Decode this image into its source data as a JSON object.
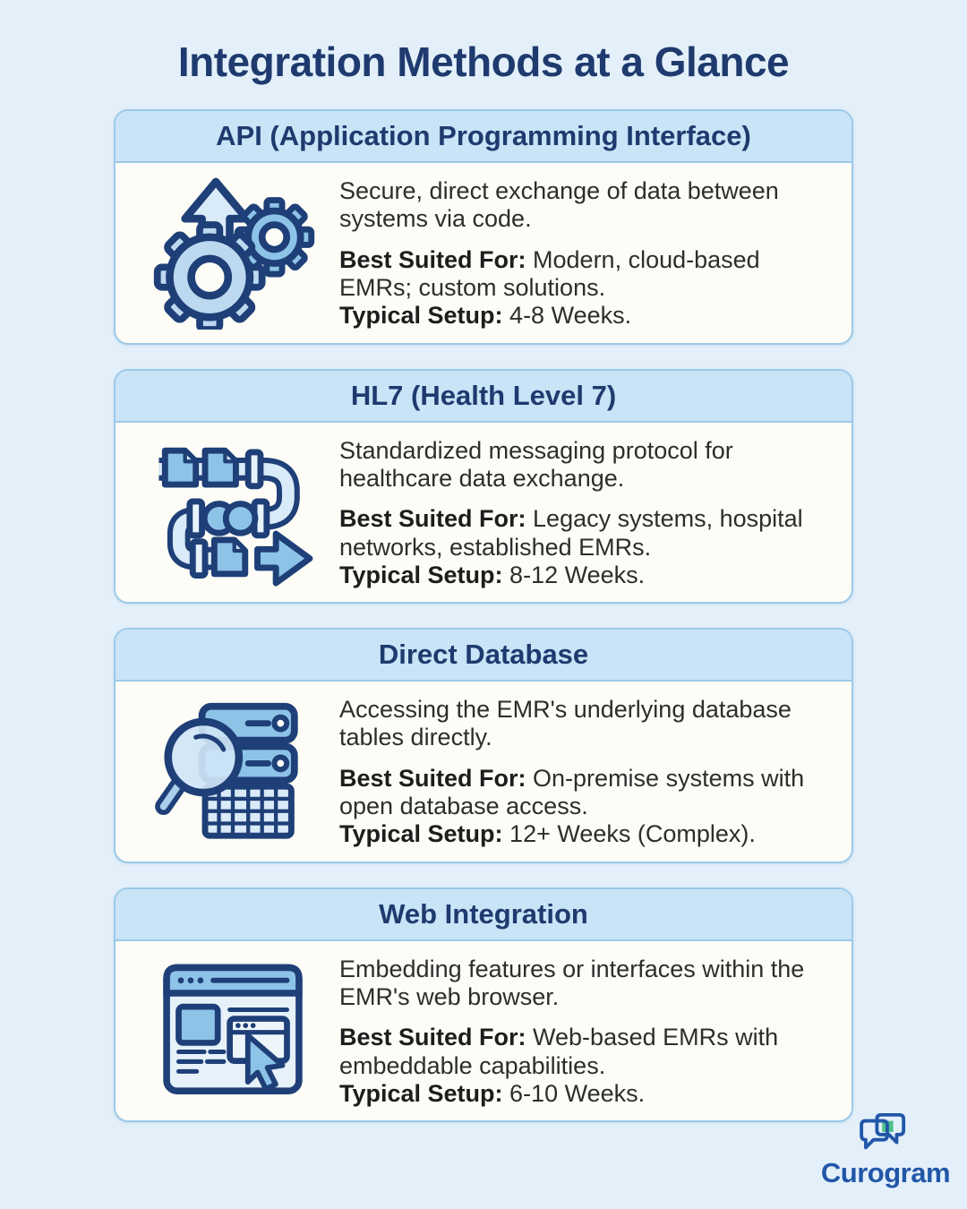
{
  "page": {
    "title": "Integration Methods at a Glance"
  },
  "labels": {
    "best_suited": "Best Suited For:",
    "typical_setup": "Typical Setup:"
  },
  "cards": [
    {
      "icon": "gears-up-arrow-icon",
      "title": "API (Application Programming Interface)",
      "description": "Secure, direct exchange of data between systems via code.",
      "best_suited": "Modern, cloud-based EMRs; custom solutions.",
      "typical_setup": "4-8 Weeks."
    },
    {
      "icon": "data-pipeline-icon",
      "title": "HL7 (Health Level 7)",
      "description": "Standardized messaging protocol for healthcare data exchange.",
      "best_suited": "Legacy systems, hospital networks, established EMRs.",
      "typical_setup": "8-12 Weeks."
    },
    {
      "icon": "database-search-icon",
      "title": "Direct Database",
      "description": "Accessing the EMR's underlying database tables directly.",
      "best_suited": "On-premise systems with open database access.",
      "typical_setup": "12+ Weeks (Complex)."
    },
    {
      "icon": "web-browser-cursor-icon",
      "title": "Web Integration",
      "description": "Embedding features or interfaces within the EMR's web browser.",
      "best_suited": "Web-based EMRs with embeddable capabilities.",
      "typical_setup": "6-10 Weeks."
    }
  ],
  "footer": {
    "brand": "Curogram"
  },
  "colors": {
    "background": "#e3f0fa",
    "card_background": "#fdfcf6",
    "card_header_background": "#c9e3f7",
    "card_border": "#9ccae9",
    "heading_navy": "#1e3a6e",
    "body_text": "#2d2d2d",
    "icon_stroke_navy": "#1e3f77",
    "icon_fill_blue": "#8ec3e8",
    "icon_fill_light": "#d9eaf8",
    "brand_blue": "#2257a8",
    "brand_green": "#4ec08d"
  }
}
